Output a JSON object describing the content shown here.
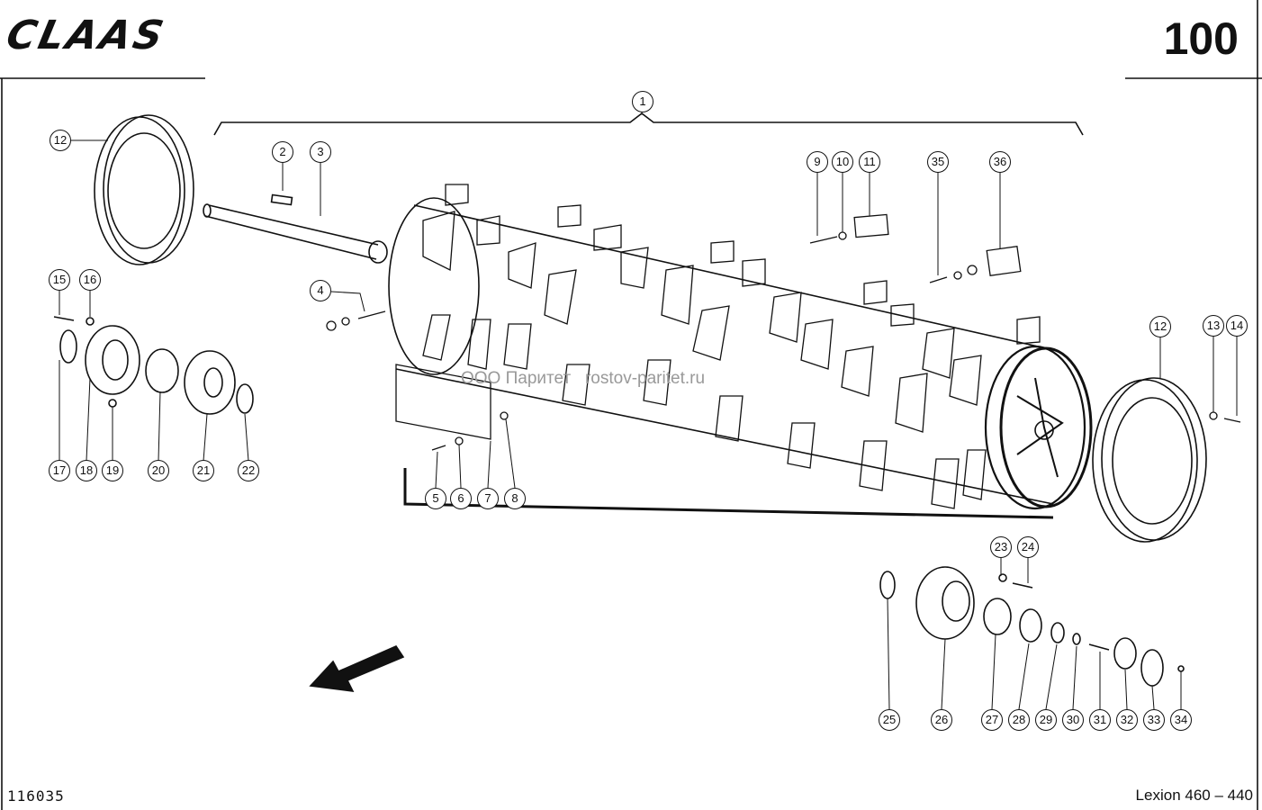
{
  "header": {
    "brand": "CLAAS",
    "page_number": "100"
  },
  "footer": {
    "document_number": "116035",
    "model": "Lexion 460 – 440"
  },
  "watermark": "ООО Паритет   rostov-paritet.ru",
  "callouts": [
    "1",
    "2",
    "3",
    "4",
    "5",
    "6",
    "7",
    "8",
    "9",
    "10",
    "11",
    "12",
    "12",
    "13",
    "14",
    "15",
    "16",
    "17",
    "18",
    "19",
    "20",
    "21",
    "22",
    "23",
    "24",
    "25",
    "26",
    "27",
    "28",
    "29",
    "30",
    "31",
    "32",
    "33",
    "34",
    "35",
    "36"
  ]
}
